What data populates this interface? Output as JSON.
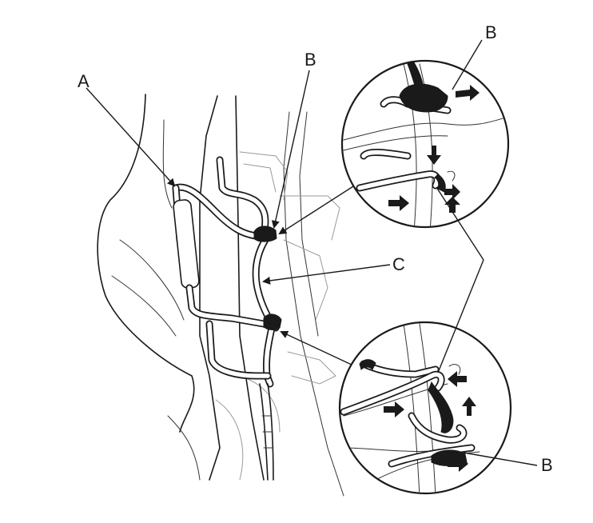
{
  "callouts": {
    "a": "A",
    "b_main": "B",
    "b_top_detail": "B",
    "b_bottom_detail": "B",
    "c": "C"
  },
  "colors": {
    "ink": "#1a1a1a",
    "background": "#ffffff",
    "ghost": "#9a9a9a"
  }
}
